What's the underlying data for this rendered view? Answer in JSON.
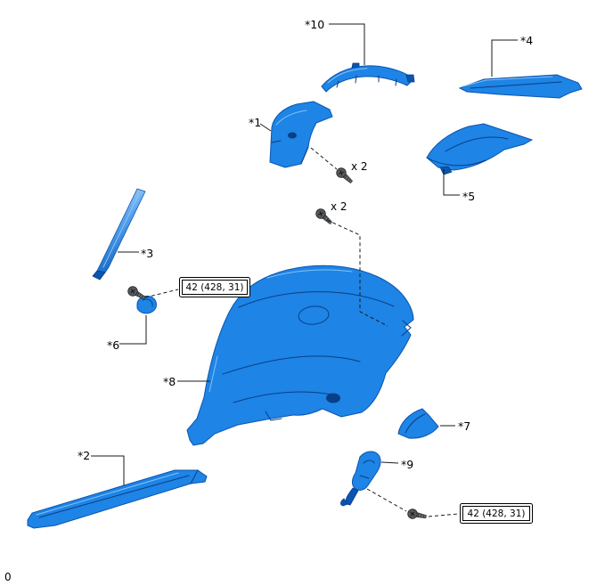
{
  "colors": {
    "part-blue": "#1e84e6",
    "part-dark": "#0b55b0",
    "part-darker": "#083f85",
    "part-light": "#8ec9f8",
    "line-black": "#1a1a1a",
    "screw-gray": "#565a5c"
  },
  "diagram": {
    "footer": "0",
    "callouts": [
      {
        "id": "1",
        "label": "*1"
      },
      {
        "id": "2",
        "label": "*2"
      },
      {
        "id": "3",
        "label": "*3"
      },
      {
        "id": "4",
        "label": "*4"
      },
      {
        "id": "5",
        "label": "*5"
      },
      {
        "id": "6",
        "label": "*6"
      },
      {
        "id": "7",
        "label": "*7"
      },
      {
        "id": "8",
        "label": "*8"
      },
      {
        "id": "9",
        "label": "*9"
      },
      {
        "id": "10",
        "label": "*10"
      }
    ],
    "quantity_labels": [
      {
        "text": "x 2"
      },
      {
        "text": "x 2"
      }
    ],
    "torque_boxes": [
      {
        "text": "42 (428, 31)"
      },
      {
        "text": "42 (428, 31)"
      }
    ]
  }
}
